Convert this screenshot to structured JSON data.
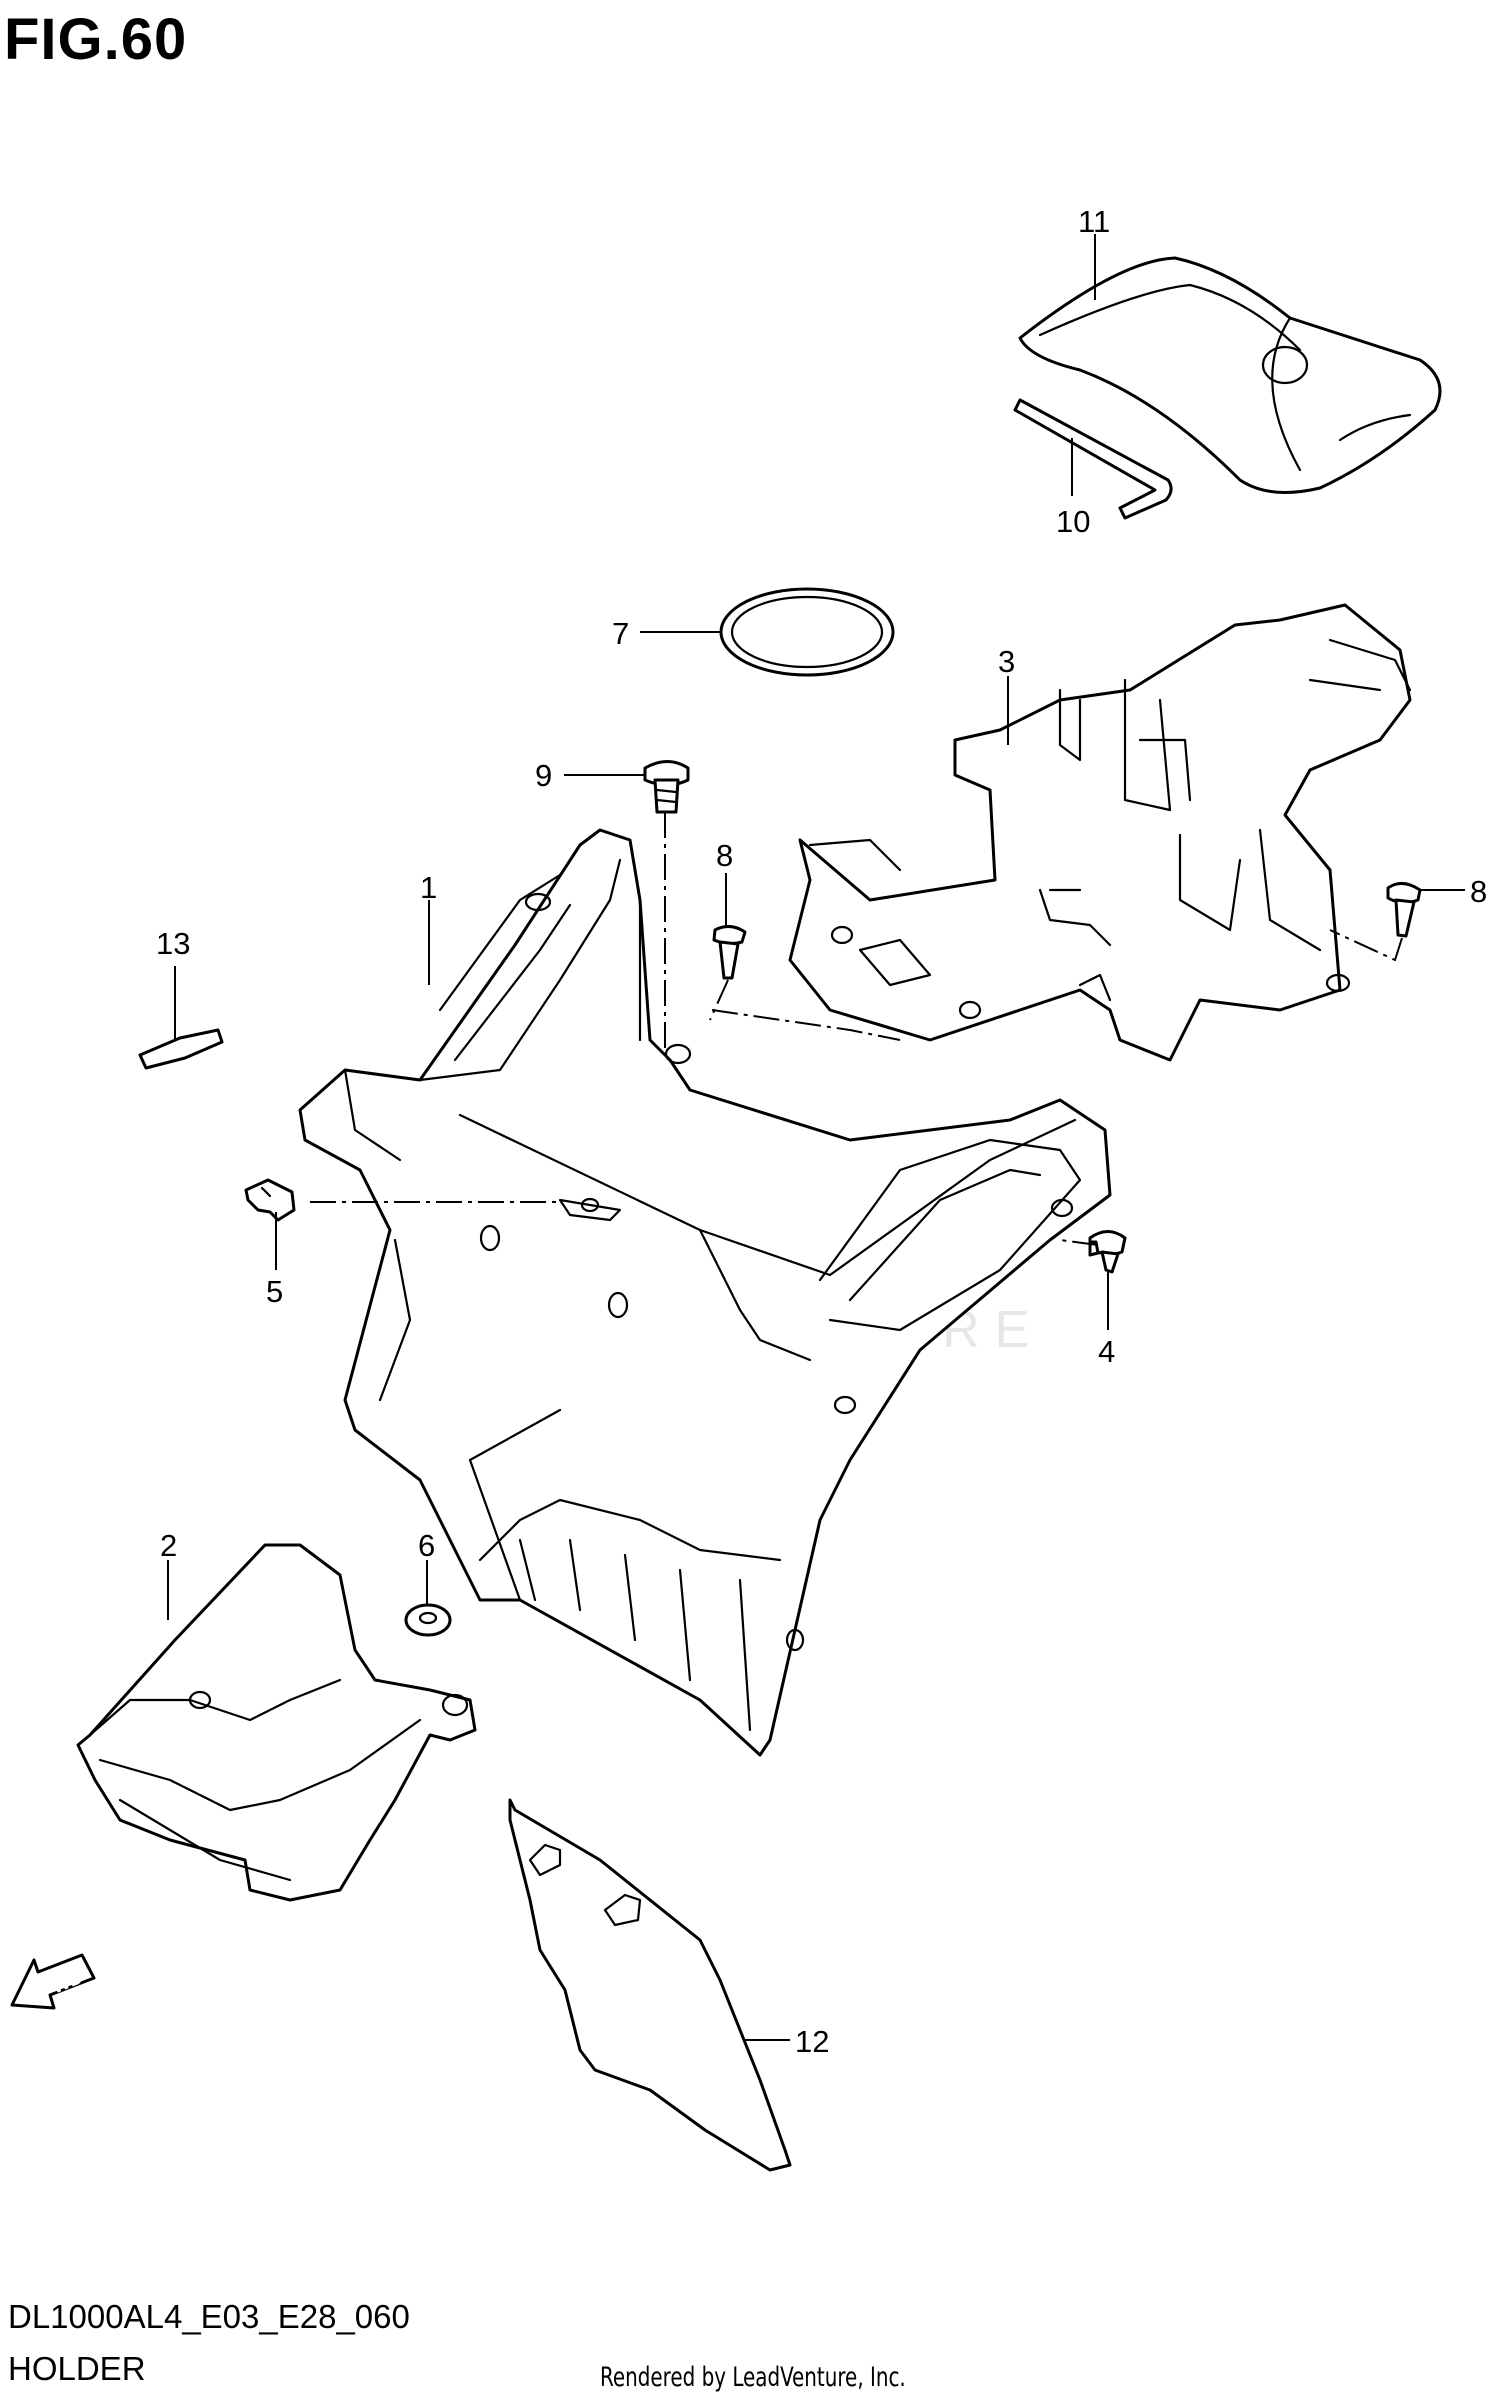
{
  "figure_title": "FIG.60",
  "model_code": "DL1000AL4_E03_E28_060",
  "section_name": "HOLDER",
  "render_credit": "Rendered by LeadVenture, Inc.",
  "watermark": "LEADVENTURE",
  "fwd_label": "FWD",
  "callouts": {
    "c1": "1",
    "c2": "2",
    "c3": "3",
    "c4": "4",
    "c5": "5",
    "c6": "6",
    "c7": "7",
    "c8a": "8",
    "c8b": "8",
    "c9": "9",
    "c10": "10",
    "c11": "11",
    "c12": "12",
    "c13": "13"
  },
  "colors": {
    "line": "#000000",
    "background": "#ffffff",
    "watermark": "#e6e6e6"
  }
}
